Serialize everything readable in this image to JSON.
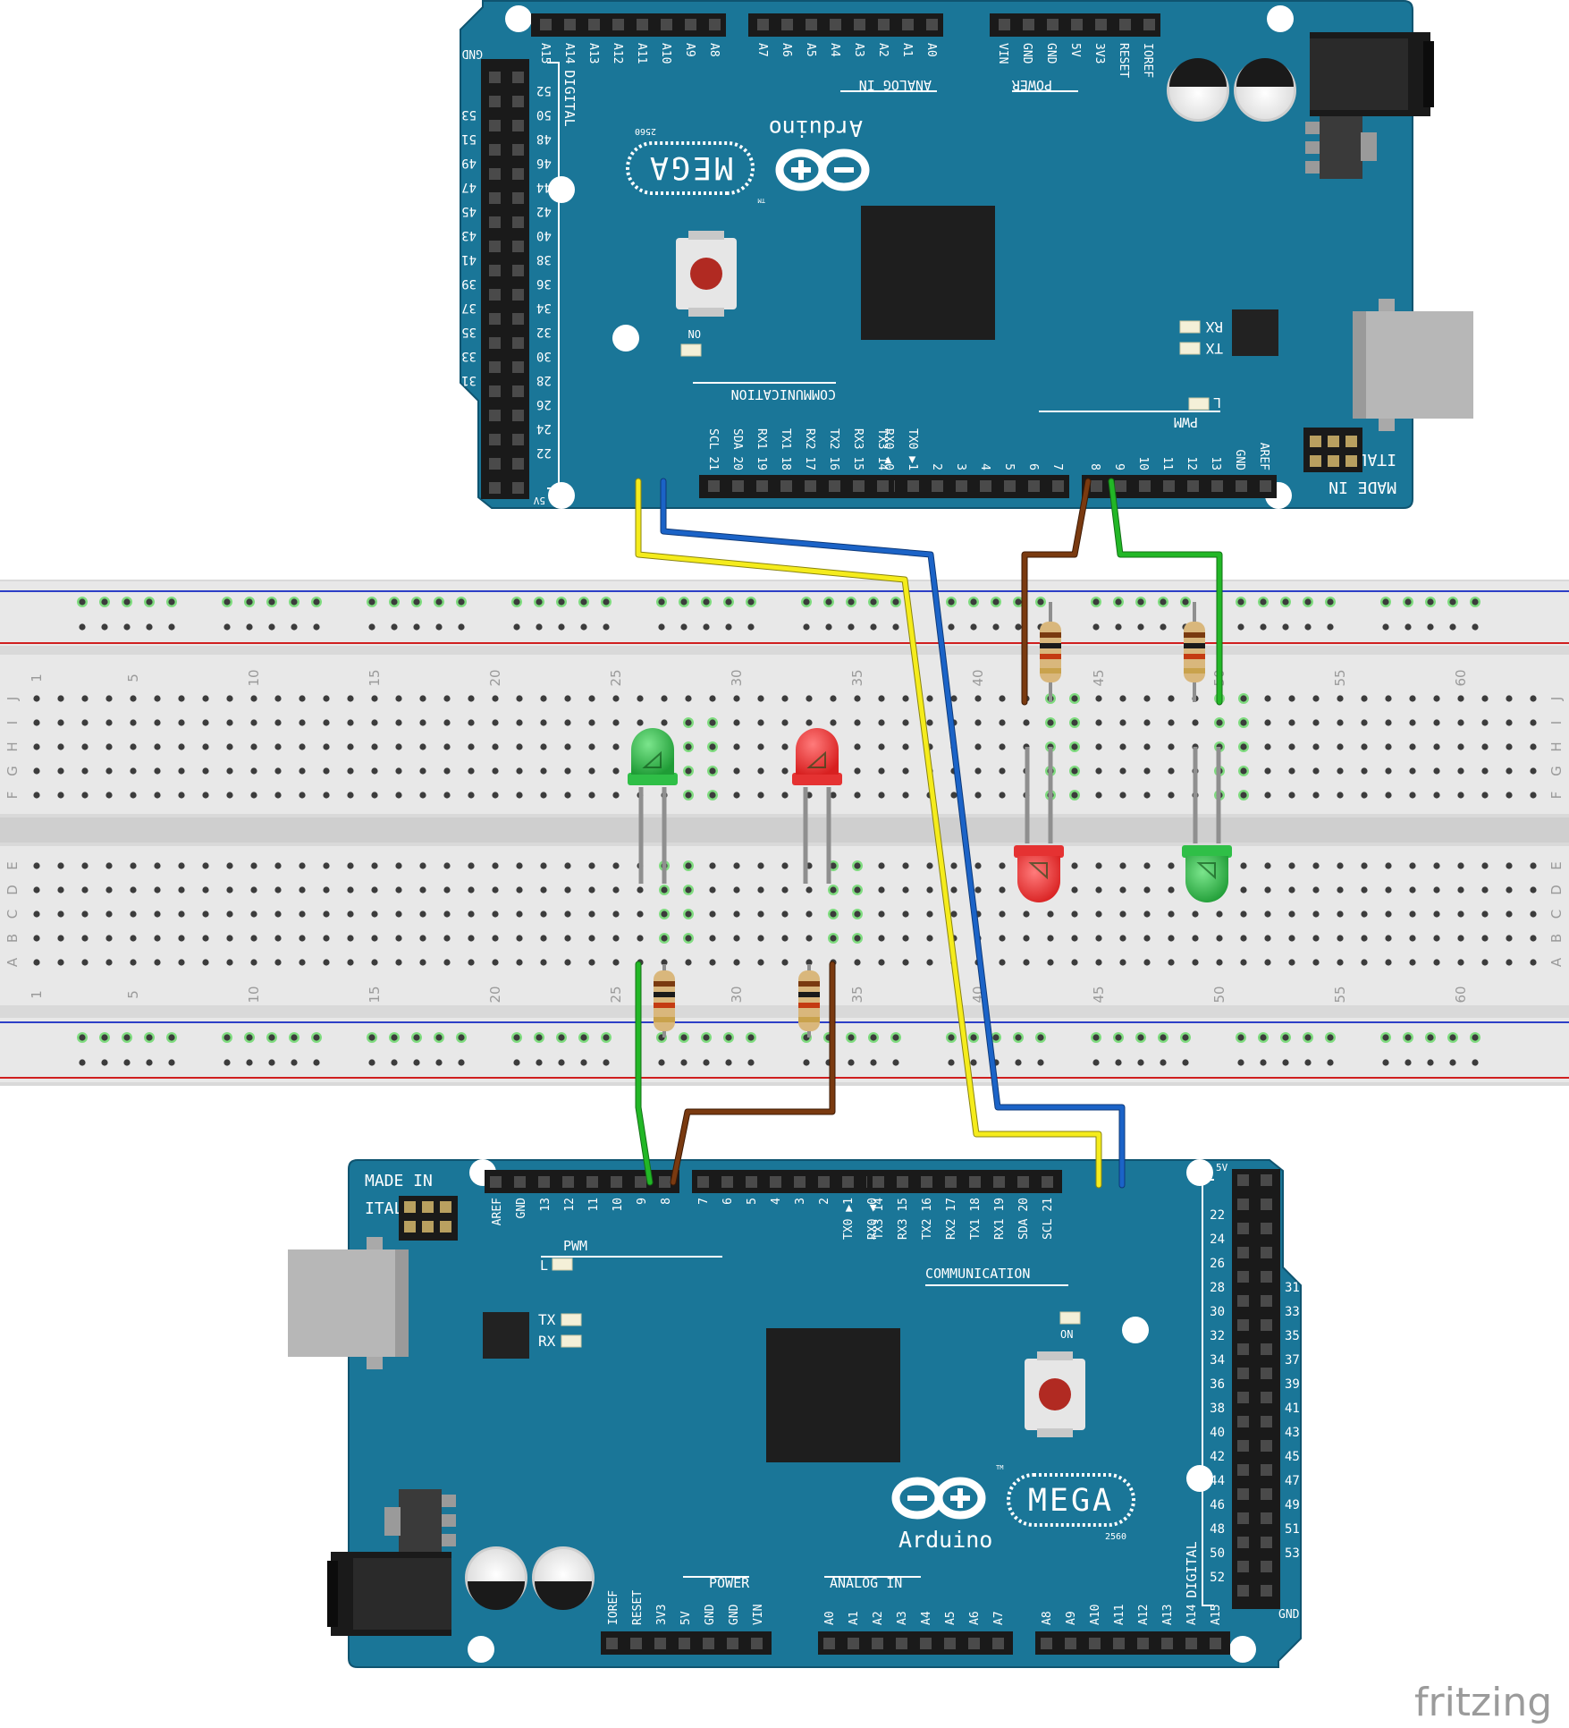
{
  "board_bottom": {
    "made_in": "MADE IN",
    "italy": "ITALY",
    "brand": "Arduino",
    "model": "MEGA",
    "tm": "TM",
    "chip": "2560",
    "digital": "DIGITAL",
    "pwm": "PWM",
    "communication": "COMMUNICATION",
    "power": "POWER",
    "analog_in": "ANALOG IN",
    "tx": "TX",
    "rx": "RX",
    "l": "L",
    "on": "ON",
    "five_v": "5V",
    "gnd": "GND",
    "header_pwm_labels": [
      "AREF",
      "GND",
      "13",
      "12",
      "11",
      "10",
      "9",
      "8"
    ],
    "header_dig_labels": [
      "7",
      "6",
      "5",
      "4",
      "3",
      "2",
      "TX0 ▶1",
      "RX0 ◀0"
    ],
    "header_comm_labels": [
      "TX3 14",
      "RX3 15",
      "TX2 16",
      "RX2 17",
      "TX1 18",
      "RX1 19",
      "SDA 20",
      "SCL 21"
    ],
    "power_labels": [
      "IOREF",
      "RESET",
      "3V3",
      "5V",
      "GND",
      "GND",
      "VIN"
    ],
    "analog_labels": [
      "A0",
      "A1",
      "A2",
      "A3",
      "A4",
      "A5",
      "A6",
      "A7"
    ],
    "analog_labels2": [
      "A8",
      "A9",
      "A10",
      "A11",
      "A12",
      "A13",
      "A14",
      "A15"
    ],
    "digital_left": [
      "22",
      "24",
      "26",
      "28",
      "30",
      "32",
      "34",
      "36",
      "38",
      "40",
      "42",
      "44",
      "46",
      "48",
      "50",
      "52"
    ],
    "digital_right": [
      "31",
      "33",
      "35",
      "37",
      "39",
      "41",
      "43",
      "45",
      "47",
      "49",
      "51",
      "53"
    ]
  },
  "board_top": {
    "made_in": "MADE IN",
    "italy": "ITALY",
    "brand": "Arduino",
    "model": "MEGA",
    "tm": "TM",
    "chip": "2560",
    "digital": "DIGITAL",
    "pwm": "PWM",
    "communication": "COMMUNICATION",
    "power": "POWER",
    "analog_in": "ANALOG IN",
    "tx": "TX",
    "rx": "RX",
    "l": "L",
    "on": "ON",
    "five_v": "5V",
    "gnd": "GND",
    "header_pwm_labels": [
      "AREF",
      "GND",
      "13",
      "12",
      "11",
      "10",
      "9",
      "8"
    ],
    "header_dig_labels": [
      "7",
      "6",
      "5",
      "4",
      "3",
      "2",
      "TX0 ▶1",
      "RX0 ◀0"
    ],
    "header_comm_labels": [
      "TX3 14",
      "RX3 15",
      "TX2 16",
      "RX2 17",
      "TX1 18",
      "RX1 19",
      "SDA 20",
      "SCL 21"
    ],
    "power_labels": [
      "IOREF",
      "RESET",
      "3V3",
      "5V",
      "GND",
      "GND",
      "VIN"
    ],
    "analog_labels": [
      "A0",
      "A1",
      "A2",
      "A3",
      "A4",
      "A5",
      "A6",
      "A7"
    ],
    "analog_labels2": [
      "A8",
      "A9",
      "A10",
      "A11",
      "A12",
      "A13",
      "A14",
      "A15"
    ],
    "digital_left": [
      "22",
      "24",
      "26",
      "28",
      "30",
      "32",
      "34",
      "36",
      "38",
      "40",
      "42",
      "44",
      "46",
      "48",
      "50",
      "52"
    ],
    "digital_right": [
      "31",
      "33",
      "35",
      "37",
      "39",
      "41",
      "43",
      "45",
      "47",
      "49",
      "51",
      "53"
    ]
  },
  "breadboard": {
    "column_numbers": [
      "1",
      "5",
      "10",
      "15",
      "20",
      "25",
      "30",
      "35",
      "40",
      "45",
      "50",
      "55",
      "60"
    ],
    "rows_top": [
      "J",
      "I",
      "H",
      "G",
      "F"
    ],
    "rows_bottom": [
      "E",
      "D",
      "C",
      "B",
      "A"
    ]
  },
  "watermark": "fritzing",
  "colors": {
    "board": "#1a7698",
    "wire_yellow": "#f5ec1c",
    "wire_blue": "#1b63c7",
    "wire_green": "#22b726",
    "wire_brown": "#7a3a10",
    "led_red": "#e53232",
    "led_green": "#2fbf47"
  }
}
